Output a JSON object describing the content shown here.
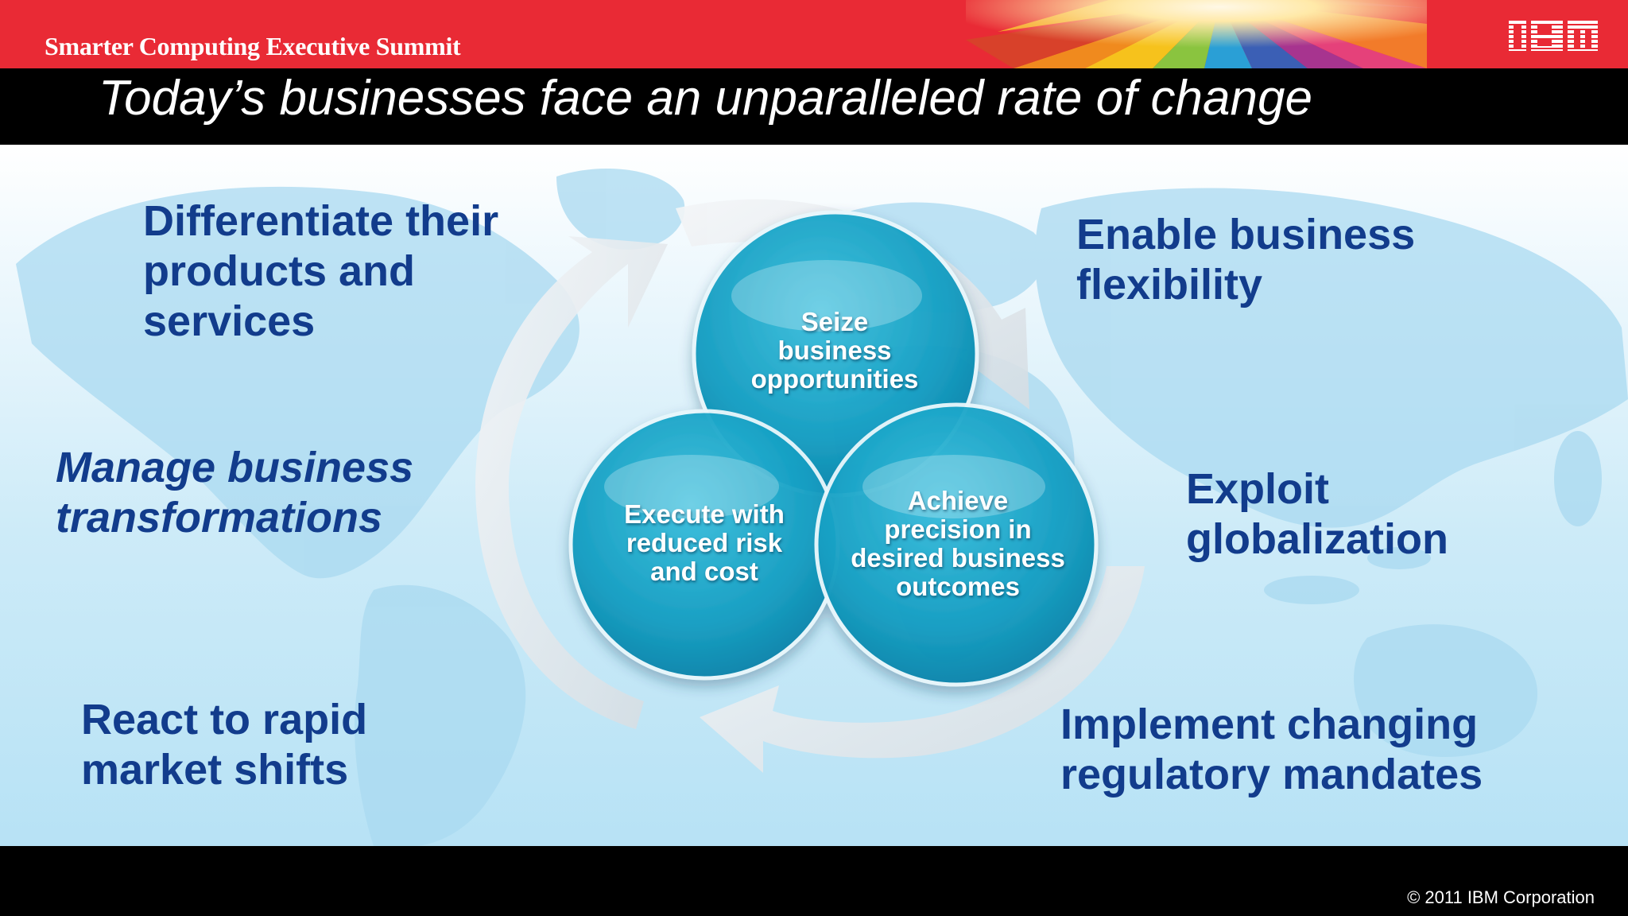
{
  "header": {
    "summit_label": "Smarter Computing Executive Summit",
    "logo_text": "IBM",
    "brand_color": "#e92a35"
  },
  "title": "Today’s businesses face an unparalleled rate of change",
  "left_points": [
    {
      "lines": [
        "Differentiate their",
        "products and",
        "services"
      ]
    },
    {
      "lines": [
        "Manage business",
        "transformations"
      ]
    },
    {
      "lines": [
        "React to rapid",
        "market shifts"
      ]
    }
  ],
  "right_points": [
    {
      "lines": [
        "Enable business",
        "flexibility"
      ]
    },
    {
      "lines": [
        "Exploit",
        "globalization"
      ]
    },
    {
      "lines": [
        "Implement changing",
        "regulatory mandates"
      ]
    }
  ],
  "bubbles": [
    {
      "lines": [
        "Seize",
        "business",
        "opportunities"
      ]
    },
    {
      "lines": [
        "Execute with",
        "reduced risk",
        "and cost"
      ]
    },
    {
      "lines": [
        "Achieve",
        "precision in",
        "desired business",
        "outcomes"
      ]
    }
  ],
  "colors": {
    "text_blue": "#123c8c",
    "bubble_teal": "#1aa3c4",
    "background_light_blue": "#c7e8f7"
  },
  "footer": {
    "copyright": "© 2011 IBM Corporation"
  }
}
